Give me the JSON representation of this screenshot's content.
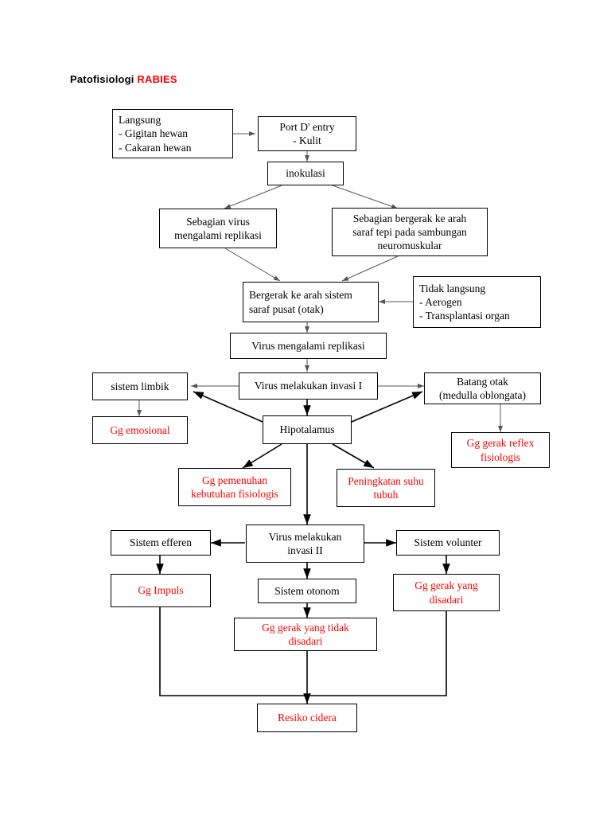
{
  "title": {
    "prefix": "Patofisiologi ",
    "highlight": "RABIES"
  },
  "colors": {
    "text_black": "#000000",
    "text_red": "#ff0000",
    "border": "#000000",
    "background": "#ffffff"
  },
  "chart_data": {
    "type": "diagram",
    "title": "Patofisiologi RABIES",
    "nodes": [
      {
        "id": "langsung",
        "lines": [
          "Langsung",
          "- Gigitan hewan",
          "- Cakaran hewan"
        ],
        "color": "#000000",
        "align": "left"
      },
      {
        "id": "port_entry",
        "lines": [
          "Port D' entry",
          "- Kulit"
        ],
        "color": "#000000",
        "align": "center"
      },
      {
        "id": "inokulasi",
        "lines": [
          "inokulasi"
        ],
        "color": "#000000",
        "align": "center"
      },
      {
        "id": "sebagian_replikasi",
        "lines": [
          "Sebagian virus",
          "mengalami replikasi"
        ],
        "color": "#000000",
        "align": "center"
      },
      {
        "id": "sebagian_saraf_tepi",
        "lines": [
          "Sebagian bergerak ke arah",
          "saraf tepi pada sambungan",
          "neuromuskular"
        ],
        "color": "#000000",
        "align": "center"
      },
      {
        "id": "tidak_langsung",
        "lines": [
          "Tidak langsung",
          "- Aerogen",
          "- Transplantasi organ"
        ],
        "color": "#000000",
        "align": "left"
      },
      {
        "id": "saraf_pusat",
        "lines": [
          "Bergerak ke arah sistem",
          "saraf pusat (otak)"
        ],
        "color": "#000000",
        "align": "left"
      },
      {
        "id": "virus_replikasi",
        "lines": [
          "Virus mengalami replikasi"
        ],
        "color": "#000000",
        "align": "center"
      },
      {
        "id": "sistem_limbik",
        "lines": [
          "sistem limbik"
        ],
        "color": "#000000",
        "align": "center"
      },
      {
        "id": "invasi_1",
        "lines": [
          "Virus melakukan invasi I"
        ],
        "color": "#000000",
        "align": "center"
      },
      {
        "id": "batang_otak",
        "lines": [
          "Batang otak",
          "(medulla oblongata)"
        ],
        "color": "#000000",
        "align": "center"
      },
      {
        "id": "gg_emosional",
        "lines": [
          "Gg emosional"
        ],
        "color": "#ff0000",
        "align": "center"
      },
      {
        "id": "hipotalamus",
        "lines": [
          "Hipotalamus"
        ],
        "color": "#000000",
        "align": "center"
      },
      {
        "id": "gg_gerak_reflex",
        "lines": [
          "Gg gerak reflex",
          "fisiologis"
        ],
        "color": "#ff0000",
        "align": "center"
      },
      {
        "id": "gg_pemenuhan",
        "lines": [
          "Gg pemenuhan",
          "kebutuhan fisiologis"
        ],
        "color": "#ff0000",
        "align": "center"
      },
      {
        "id": "peningkatan_suhu",
        "lines": [
          "Peningkatan suhu",
          "tubuh"
        ],
        "color": "#ff0000",
        "align": "center"
      },
      {
        "id": "sistem_efferen",
        "lines": [
          "Sistem efferen"
        ],
        "color": "#000000",
        "align": "center"
      },
      {
        "id": "invasi_2",
        "lines": [
          "Virus melakukan",
          "invasi II"
        ],
        "color": "#000000",
        "align": "center"
      },
      {
        "id": "sistem_volunter",
        "lines": [
          "Sistem volunter"
        ],
        "color": "#000000",
        "align": "center"
      },
      {
        "id": "gg_impuls",
        "lines": [
          "Gg Impuls"
        ],
        "color": "#ff0000",
        "align": "center"
      },
      {
        "id": "sistem_otonom",
        "lines": [
          "Sistem otonom"
        ],
        "color": "#000000",
        "align": "center"
      },
      {
        "id": "gg_gerak_disadari",
        "lines": [
          "Gg gerak yang",
          "disadari"
        ],
        "color": "#ff0000",
        "align": "center"
      },
      {
        "id": "gg_gerak_tidak_disadari",
        "lines": [
          "Gg gerak yang tidak",
          "disadari"
        ],
        "color": "#ff0000",
        "align": "center"
      },
      {
        "id": "resiko_cidera",
        "lines": [
          "Resiko cidera"
        ],
        "color": "#ff0000",
        "align": "center"
      }
    ],
    "edges": [
      [
        "langsung",
        "port_entry"
      ],
      [
        "port_entry",
        "inokulasi"
      ],
      [
        "inokulasi",
        "sebagian_replikasi"
      ],
      [
        "inokulasi",
        "sebagian_saraf_tepi"
      ],
      [
        "sebagian_replikasi",
        "saraf_pusat"
      ],
      [
        "sebagian_saraf_tepi",
        "saraf_pusat"
      ],
      [
        "tidak_langsung",
        "saraf_pusat"
      ],
      [
        "saraf_pusat",
        "virus_replikasi"
      ],
      [
        "virus_replikasi",
        "invasi_1"
      ],
      [
        "invasi_1",
        "sistem_limbik"
      ],
      [
        "invasi_1",
        "batang_otak"
      ],
      [
        "invasi_1",
        "hipotalamus"
      ],
      [
        "sistem_limbik",
        "gg_emosional"
      ],
      [
        "batang_otak",
        "gg_gerak_reflex"
      ],
      [
        "hipotalamus",
        "sistem_limbik"
      ],
      [
        "hipotalamus",
        "batang_otak"
      ],
      [
        "hipotalamus",
        "gg_pemenuhan"
      ],
      [
        "hipotalamus",
        "peningkatan_suhu"
      ],
      [
        "hipotalamus",
        "invasi_2"
      ],
      [
        "invasi_2",
        "sistem_efferen"
      ],
      [
        "invasi_2",
        "sistem_volunter"
      ],
      [
        "invasi_2",
        "sistem_otonom"
      ],
      [
        "sistem_efferen",
        "gg_impuls"
      ],
      [
        "sistem_volunter",
        "gg_gerak_disadari"
      ],
      [
        "sistem_otonom",
        "gg_gerak_tidak_disadari"
      ],
      [
        "gg_impuls",
        "resiko_cidera"
      ],
      [
        "gg_gerak_tidak_disadari",
        "resiko_cidera"
      ],
      [
        "gg_gerak_disadari",
        "resiko_cidera"
      ]
    ]
  }
}
